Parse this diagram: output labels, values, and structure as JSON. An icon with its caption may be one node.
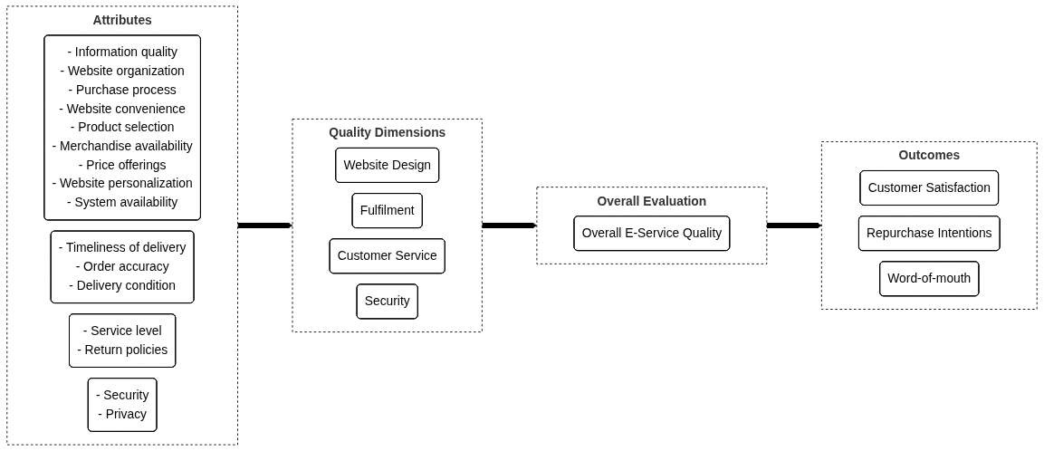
{
  "diagram": {
    "nodes": [
      {
        "text": [
          "Attributes"
        ]
      },
      {
        "text": [
          "- Information quality",
          "- Website organization",
          "- Purchase process",
          "- Website convenience",
          "- Product selection",
          "- Merchandise availability",
          "- Price offerings",
          "- Website personalization",
          "- System availability"
        ],
        "in": 0
      },
      {
        "text": [
          "- Timeliness of delivery",
          "- Order accuracy",
          "- Delivery condition"
        ],
        "in": 0
      },
      {
        "text": [
          "- Service level",
          "- Return policies"
        ],
        "in": 0
      },
      {
        "text": [
          "- Security",
          "- Privacy"
        ],
        "in": 0
      },
      {
        "text": [
          "Quality Dimensions"
        ]
      },
      {
        "text": [
          "Website Design"
        ],
        "in": 5
      },
      {
        "text": [
          "Fulfilment"
        ],
        "in": 5
      },
      {
        "text": [
          "Customer Service"
        ],
        "in": 5
      },
      {
        "text": [
          "Security"
        ],
        "in": 5
      },
      {
        "text": [
          "Overall Evaluation"
        ]
      },
      {
        "text": [
          "Overall E-Service Quality"
        ],
        "in": 10
      },
      {
        "text": [
          "Outcomes"
        ]
      },
      {
        "text": [
          "Customer Satisfaction"
        ],
        "in": 12
      },
      {
        "text": [
          "Repurchase Intentions"
        ],
        "in": 12
      },
      {
        "text": [
          "Word-of-mouth"
        ],
        "in": 12
      }
    ],
    "edges": [
      {
        "from": 0,
        "to": 5,
        "arrow": "to"
      },
      {
        "from": 5,
        "to": 10,
        "arrow": "to"
      },
      {
        "from": 10,
        "to": 12,
        "arrow": "to"
      }
    ]
  }
}
